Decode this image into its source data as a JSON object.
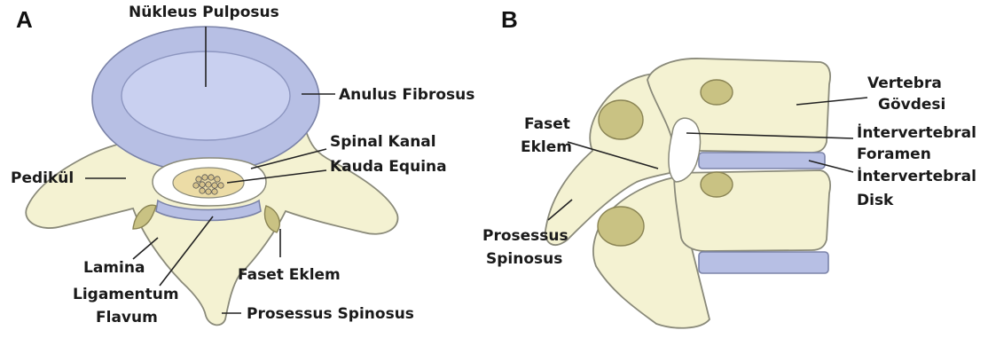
{
  "panels": {
    "a": "A",
    "b": "B"
  },
  "labels": {
    "nucleus": "Nükleus Pulposus",
    "anulus": "Anulus Fibrosus",
    "spinal_kanal": "Spinal Kanal",
    "kauda": "Kauda Equina",
    "pedikul": "Pedikül",
    "lamina": "Lamina",
    "ligamentum_1": "Ligamentum",
    "ligamentum_2": "Flavum",
    "faset_a": "Faset Eklem",
    "prosessus_a": "Prosessus Spinosus",
    "vertebra_1": "Vertebra",
    "vertebra_2": "Gövdesi",
    "faset_b_1": "Faset",
    "faset_b_2": "Eklem",
    "foramen_1": "İntervertebral",
    "foramen_2": "Foramen",
    "disk_1": "İntervertebral",
    "disk_2": "Disk",
    "prosessus_b_1": "Prosessus",
    "prosessus_b_2": "Spinosus"
  },
  "colors": {
    "bone_fill": "#f4f2d2",
    "bone_stroke": "#8a8a7a",
    "disc_blue": "#b7bfe4",
    "disc_inner": "#c9d0f0",
    "joint_olive": "#c9c283",
    "leader": "#222222"
  }
}
